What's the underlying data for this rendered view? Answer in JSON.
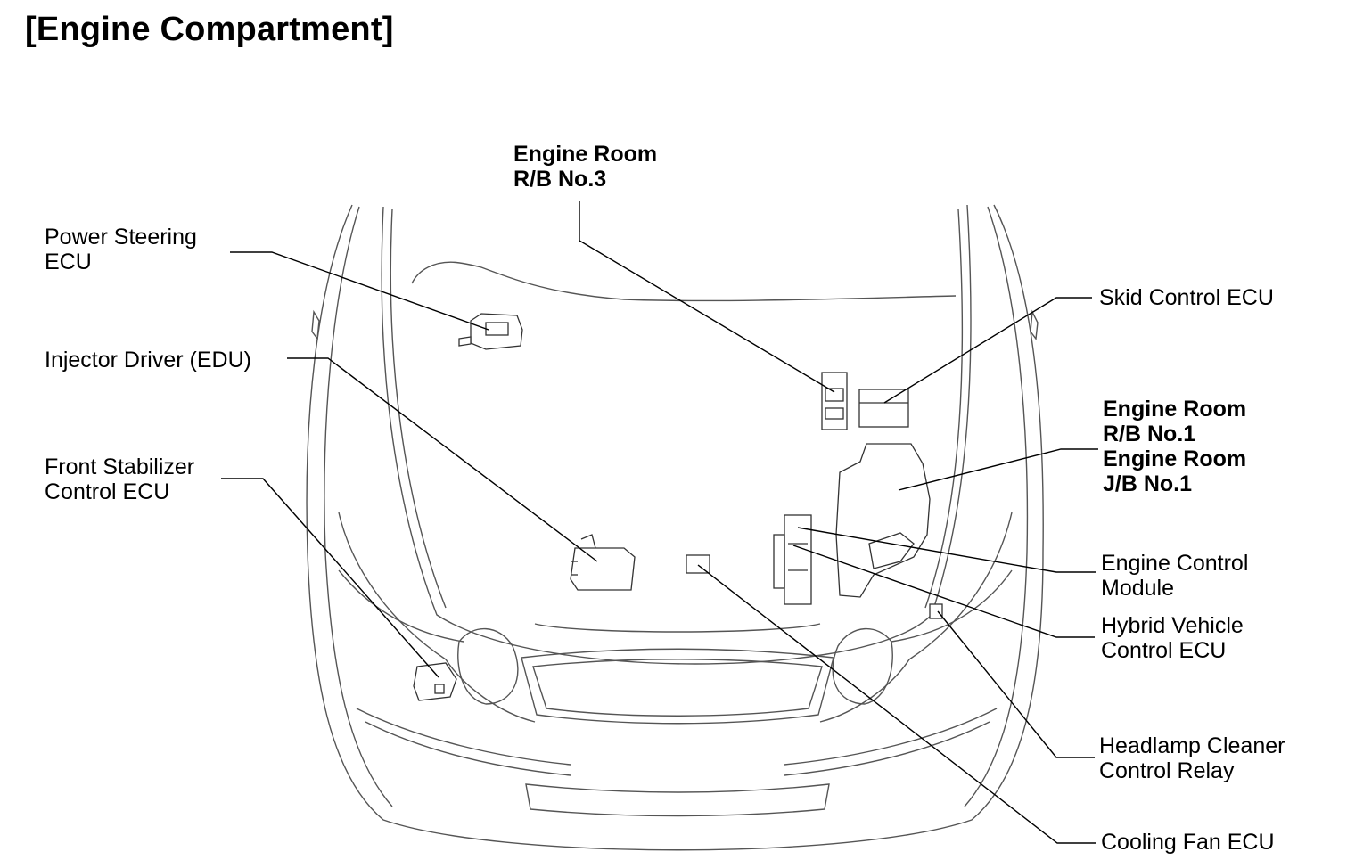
{
  "title": "[Engine Compartment]",
  "labels": {
    "power_steering_ecu": [
      "Power Steering",
      "ECU"
    ],
    "injector_driver": [
      "Injector Driver (EDU)"
    ],
    "front_stabilizer": [
      "Front Stabilizer",
      "Control ECU"
    ],
    "engine_room_rb3": [
      "Engine Room",
      "R/B No.3"
    ],
    "skid_control_ecu": [
      "Skid Control ECU"
    ],
    "engine_room_rb1_jb1": [
      "Engine Room",
      "R/B No.1",
      "Engine Room",
      "J/B No.1"
    ],
    "engine_control_module": [
      "Engine Control",
      "Module"
    ],
    "hybrid_vehicle_ecu": [
      "Hybrid Vehicle",
      "Control ECU"
    ],
    "headlamp_cleaner_relay": [
      "Headlamp Cleaner",
      "Control Relay"
    ],
    "cooling_fan_ecu": [
      "Cooling Fan ECU"
    ]
  },
  "colors": {
    "outline": "#555555",
    "leader": "#000000",
    "text": "#000000"
  }
}
